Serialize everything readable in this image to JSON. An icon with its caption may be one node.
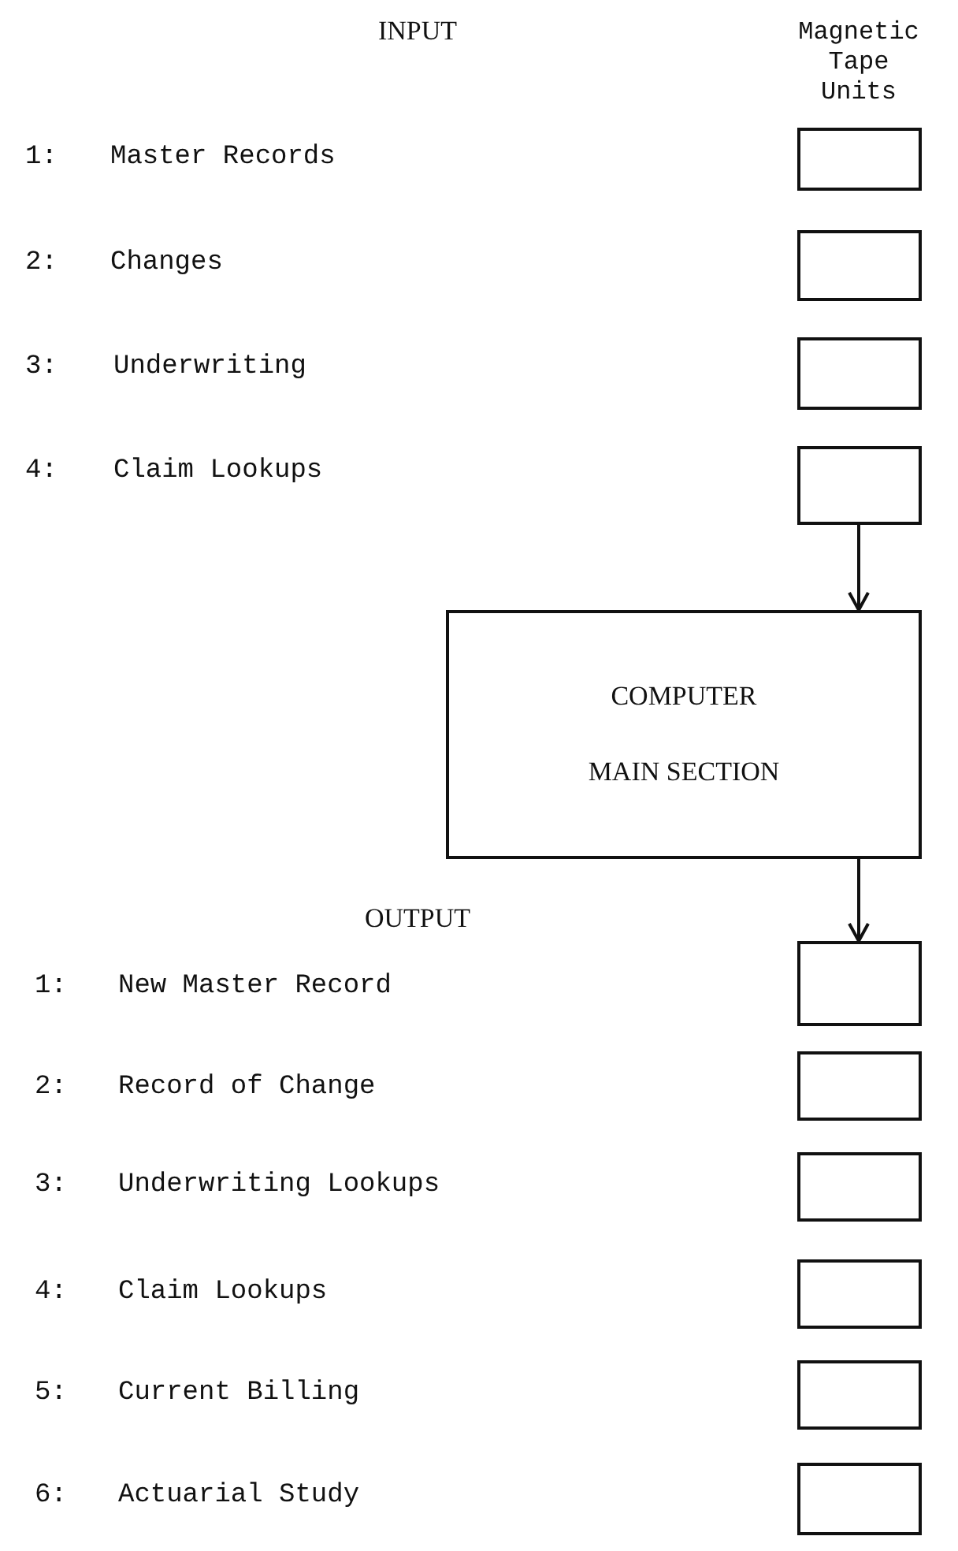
{
  "diagram": {
    "nodes": [
      {
        "text": [],
        "shape": "box"
      },
      {
        "text": [],
        "shape": "box"
      },
      {
        "text": [],
        "shape": "box"
      },
      {
        "text": [],
        "shape": "box"
      },
      {
        "text": [
          "COMPUTER MAIN SECTION"
        ]
      },
      {
        "text": [],
        "shape": "box"
      },
      {
        "text": [],
        "shape": "box"
      },
      {
        "text": [],
        "shape": "box"
      },
      {
        "text": [],
        "shape": "box"
      },
      {
        "text": [],
        "shape": "box"
      },
      {
        "text": [],
        "shape": "box"
      }
    ],
    "edges": [
      {
        "from": 3,
        "to": 4,
        "arrow": "to"
      },
      {
        "from": 4,
        "to": 5,
        "arrow": "to"
      }
    ],
    "labels": [
      "INPUT",
      "Magnetic Tape Units",
      "1:",
      "Master Records",
      "2:",
      "Changes",
      "3:",
      "Underwriting",
      "4:",
      "Claim Lookups",
      "OUTPUT",
      "1:",
      "New Master Record",
      "2:",
      "Record of Change",
      "3:",
      "Underwriting Lookups",
      "4:",
      "Claim Lookups",
      "5:",
      "Current Billing",
      "6:",
      "Actuarial Study"
    ]
  }
}
